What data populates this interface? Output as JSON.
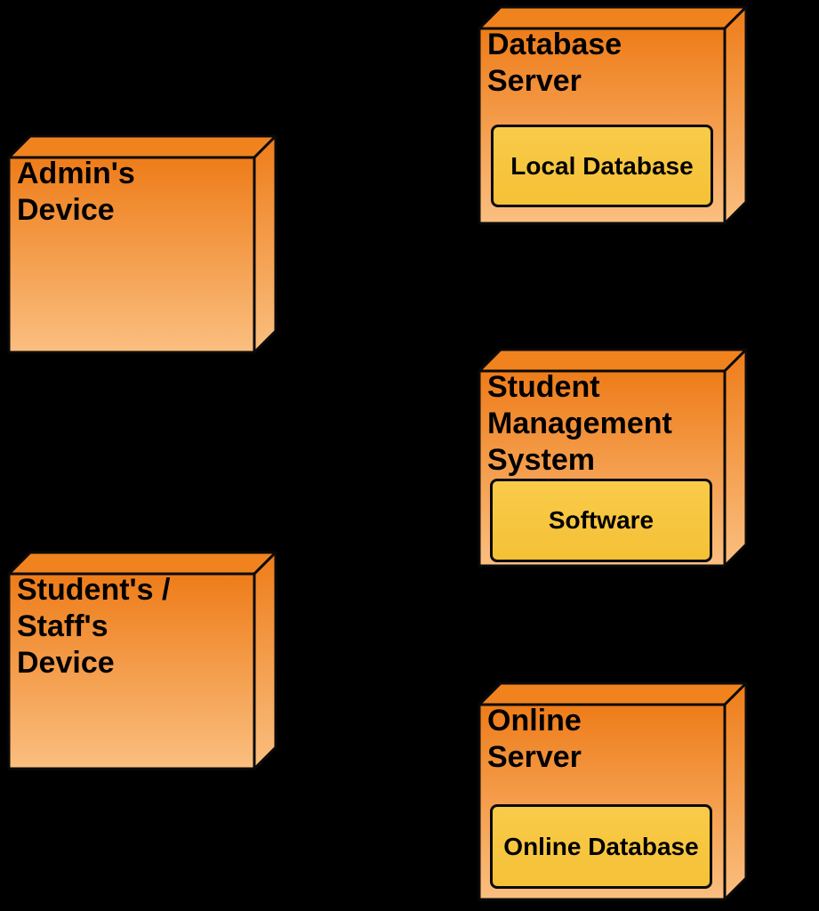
{
  "diagram": {
    "background_color": "#000000",
    "palette": {
      "node_top_face": "#f1831e",
      "node_gradient_start": "#ee7c19",
      "node_gradient_end": "#fabf80",
      "component_fill_start": "#f9cb49",
      "component_fill_end": "#f5c136",
      "outline": "#0a0a0a",
      "text": "#000000"
    },
    "nodes": [
      {
        "id": "admins-device",
        "label": "Admin's\nDevice"
      },
      {
        "id": "database-server",
        "label": "Database\nServer",
        "component": "Local Database"
      },
      {
        "id": "student-management-system",
        "label": "Student\nManagement\nSystem",
        "component": "Software"
      },
      {
        "id": "students-staffs-device",
        "label": "Student's /\nStaff's\nDevice"
      },
      {
        "id": "online-server",
        "label": "Online\nServer",
        "component": "Online Database"
      }
    ]
  }
}
